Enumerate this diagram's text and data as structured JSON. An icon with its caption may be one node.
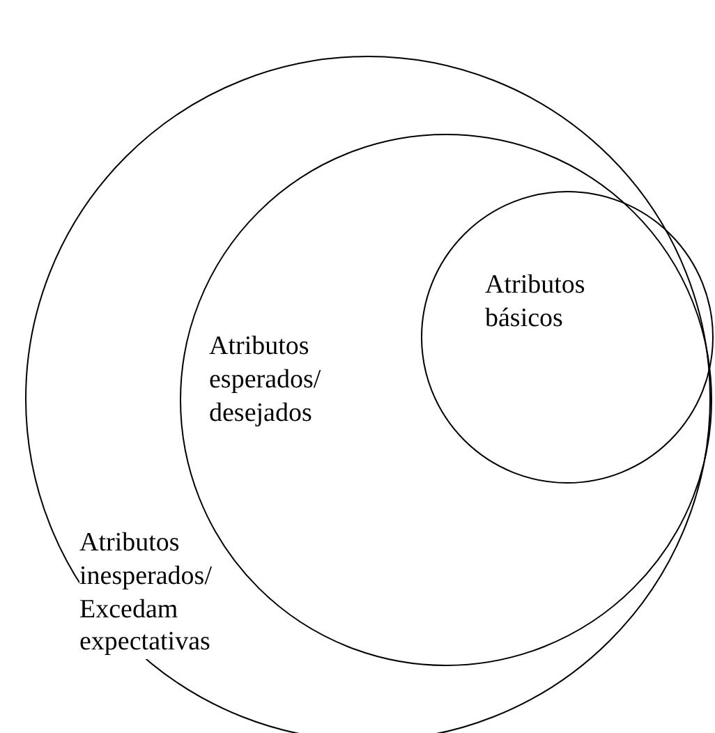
{
  "diagram": {
    "nodes": [
      {
        "text": [
          "Atributos inesperados/ Excedam expectativas"
        ]
      },
      {
        "text": [
          "Atributos esperados/ desejados"
        ],
        "in": 0
      },
      {
        "text": [
          "Atributos básicos"
        ],
        "in": 1
      }
    ]
  }
}
